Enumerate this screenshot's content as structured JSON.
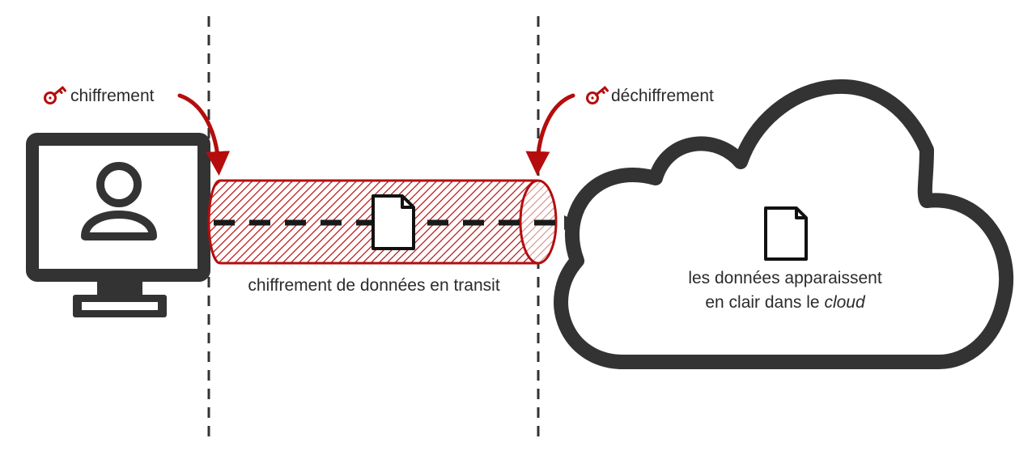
{
  "labels": {
    "encryption": "chiffrement",
    "decryption": "déchiffrement",
    "transit": "chiffrement de données en transit",
    "cloud_line1": "les données apparaissent",
    "cloud_line2_prefix": "en clair dans le ",
    "cloud_line2_italic": "cloud"
  },
  "icons": {
    "encryption_key": "key-icon",
    "decryption_key": "key-icon",
    "computer": "monitor-icon",
    "user": "user-icon",
    "document_in_transit": "document-icon",
    "document_in_cloud": "document-icon",
    "cloud": "cloud-icon"
  },
  "colors": {
    "accent_red": "#b50d0d",
    "dark": "#333333",
    "text": "#2b2b2b"
  }
}
